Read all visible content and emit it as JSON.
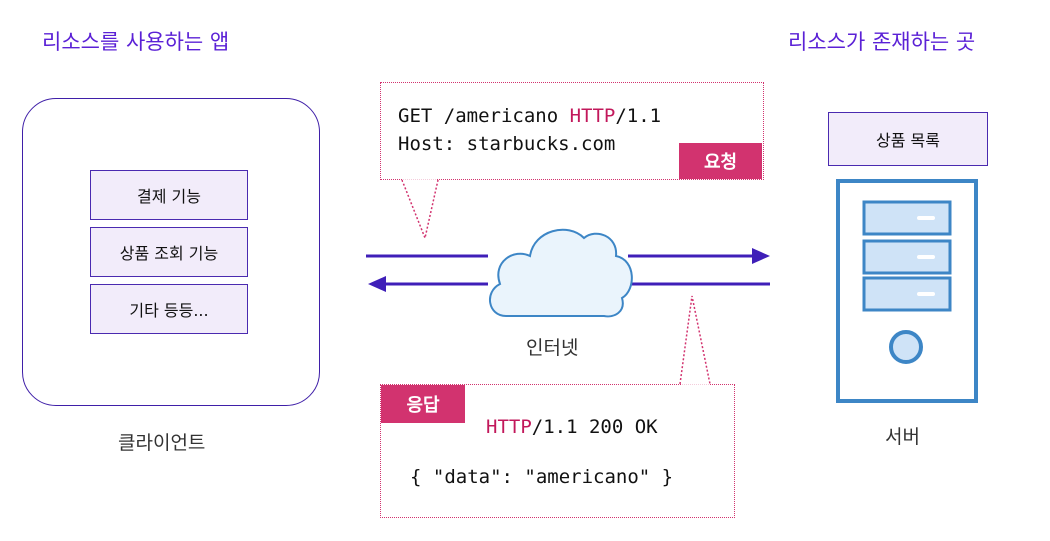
{
  "headings": {
    "left": "리소스를 사용하는 앱",
    "right": "리소스가 존재하는 곳"
  },
  "client": {
    "features": [
      "결제 기능",
      "상품 조회 기능",
      "기타 등등..."
    ],
    "caption": "클라이언트"
  },
  "request": {
    "line1_method_path": "GET /americano ",
    "line1_protocol": "HTTP",
    "line1_version": "/1.1",
    "line2": "Host: starbucks.com",
    "tag": "요청"
  },
  "response": {
    "tag": "응답",
    "status_protocol": "HTTP",
    "status_rest": "/1.1 200 OK",
    "body": "{ \"data\": \"americano\" }"
  },
  "internet": {
    "caption": "인터넷"
  },
  "server": {
    "catalog": "상품 목록",
    "caption": "서버"
  },
  "colors": {
    "heading": "#5b21d6",
    "arrow": "#3f1fb8",
    "accent_pink": "#d2336f",
    "server_fill": "#cfe3f7",
    "server_stroke": "#3d86c6",
    "cloud_fill": "#eaf4fc",
    "cloud_stroke": "#3d86c6"
  },
  "icons": [
    "cloud-icon",
    "server-icon",
    "arrow-right-icon",
    "arrow-left-icon"
  ]
}
